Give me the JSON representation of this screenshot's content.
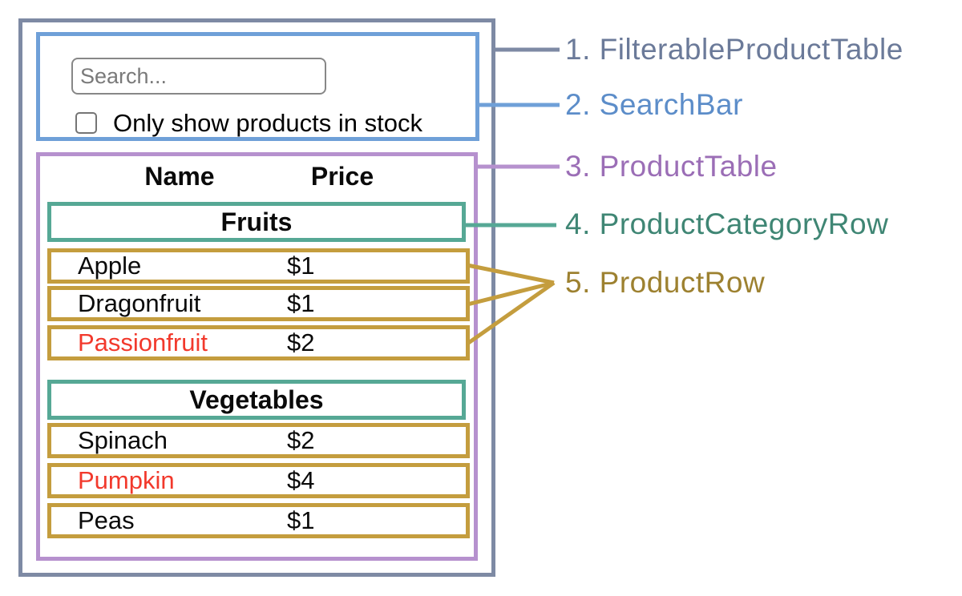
{
  "labels": [
    {
      "text": "1. FilterableProductTable",
      "color": "#6B7A99"
    },
    {
      "text": "2. SearchBar",
      "color": "#5C8DC9"
    },
    {
      "text": "3. ProductTable",
      "color": "#9B6EB6"
    },
    {
      "text": "4. ProductCategoryRow",
      "color": "#3F8674"
    },
    {
      "text": "5. ProductRow",
      "color": "#9D8130"
    }
  ],
  "search_bar": {
    "placeholder": "Search...",
    "checkbox_label": "Only show products in stock",
    "checkbox_checked": false
  },
  "table": {
    "headers": [
      "Name",
      "Price"
    ],
    "sections": [
      {
        "category": "Fruits",
        "rows": [
          {
            "name": "Apple",
            "price": "$1",
            "highlighted": false
          },
          {
            "name": "Dragonfruit",
            "price": "$1",
            "highlighted": false
          },
          {
            "name": "Passionfruit",
            "price": "$2",
            "highlighted": true
          }
        ]
      },
      {
        "category": "Vegetables",
        "rows": [
          {
            "name": "Spinach",
            "price": "$2",
            "highlighted": false
          },
          {
            "name": "Pumpkin",
            "price": "$4",
            "highlighted": true
          },
          {
            "name": "Peas",
            "price": "$1",
            "highlighted": false
          }
        ]
      }
    ]
  },
  "colors": {
    "filterable_product_table_border": "#7E8AA4",
    "search_bar_border": "#6FA0D8",
    "product_table_border": "#B691CE",
    "product_category_row_border": "#56A895",
    "product_row_border": "#C49D3E",
    "highlighted_name_text": "#F2392C",
    "body_text": "#0a0a0a"
  }
}
